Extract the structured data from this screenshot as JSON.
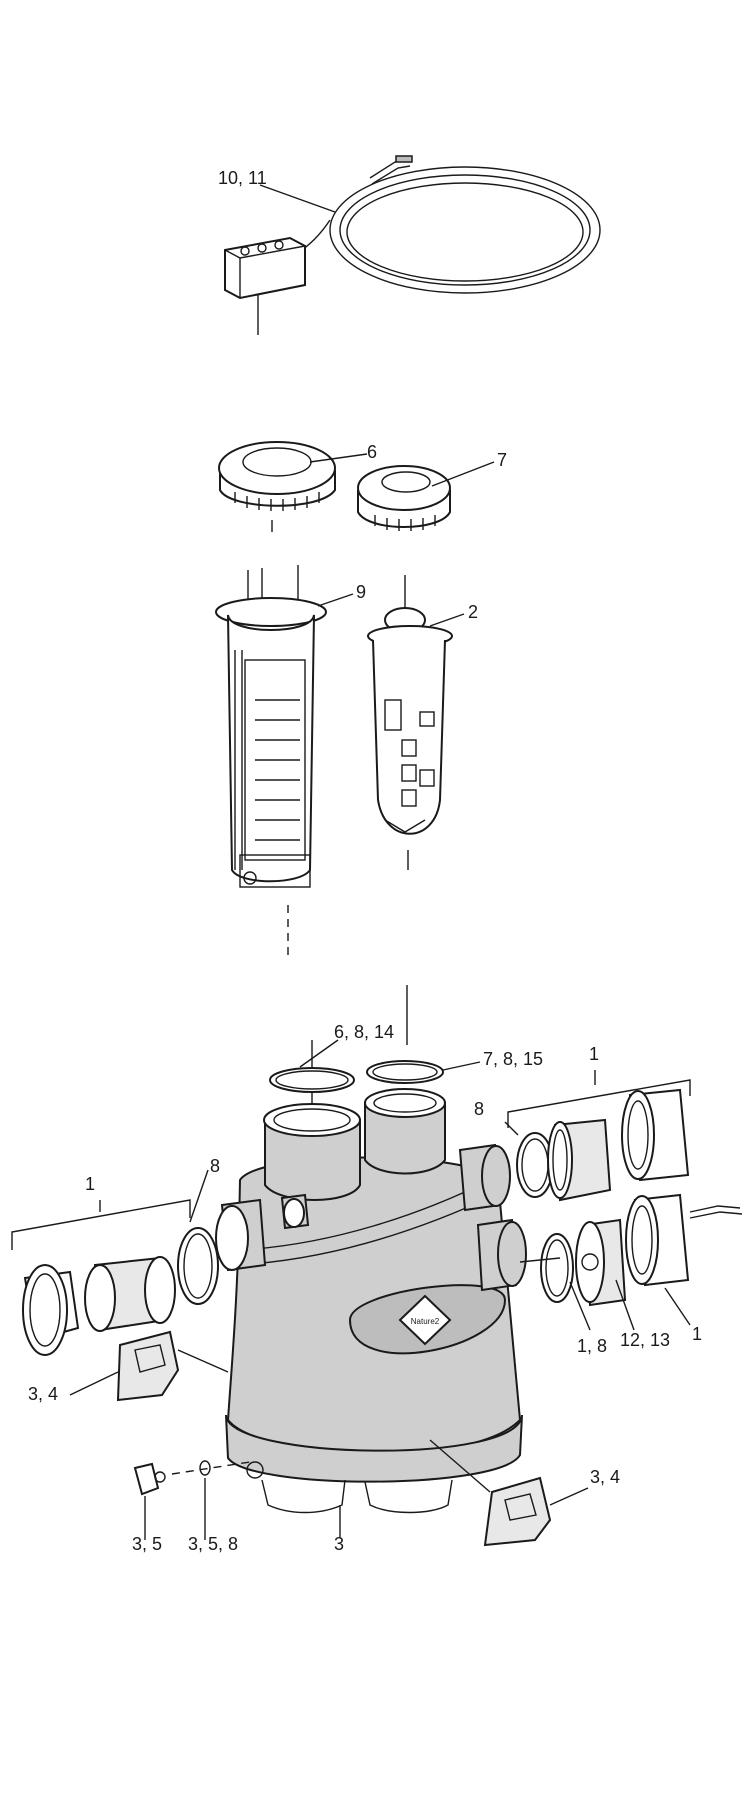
{
  "callouts": [
    "10, 11",
    "6",
    "7",
    "9",
    "2",
    "6, 8, 14",
    "7, 8, 15",
    "1",
    "8",
    "1",
    "8",
    "1, 8",
    "12, 13",
    "1",
    "3, 4",
    "3, 4",
    "3, 5",
    "3, 5, 8",
    "3"
  ],
  "logo_text": "Nature2",
  "colors": {
    "line": "#1a1a1a",
    "body": "#cfcfcf",
    "background": "#ffffff"
  }
}
